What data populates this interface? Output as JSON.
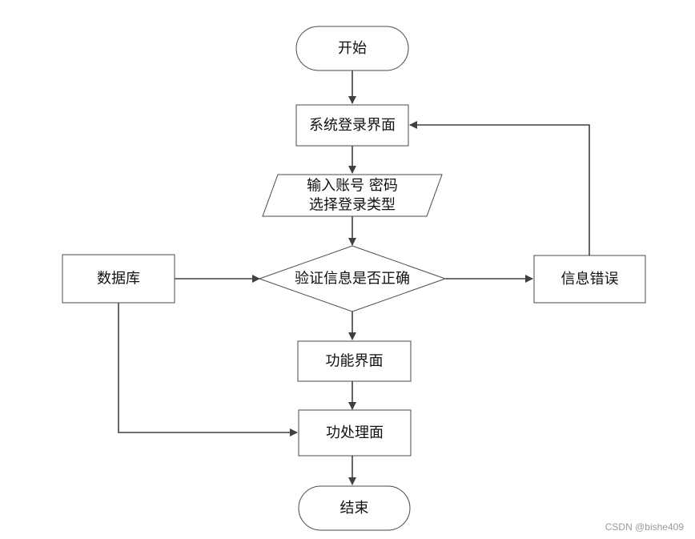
{
  "nodes": {
    "start": {
      "label": "开始"
    },
    "login_page": {
      "label": "系统登录界面"
    },
    "input": {
      "line1": "输入账号 密码",
      "line2": "选择登录类型"
    },
    "database": {
      "label": "数据库"
    },
    "verify": {
      "label": "验证信息是否正确"
    },
    "error": {
      "label": "信息错误"
    },
    "function_page": {
      "label": "功能界面"
    },
    "process_page": {
      "label": "功处理面"
    },
    "end": {
      "label": "结束"
    }
  },
  "watermark": "CSDN @bishe409"
}
